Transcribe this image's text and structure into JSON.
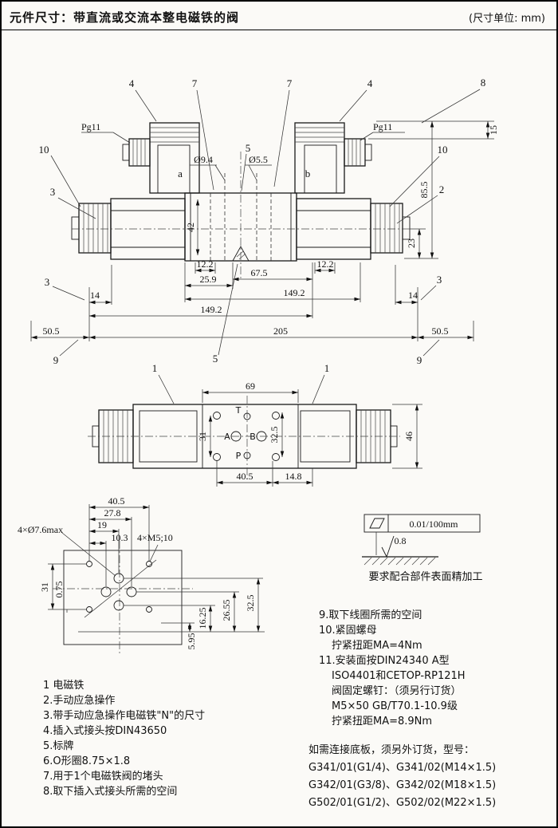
{
  "header": {
    "title": "元件尺寸：带直流或交流本整电磁铁的阀",
    "unit": "(尺寸单位: mm)"
  },
  "front_view": {
    "labels": {
      "pg11_left": "Pg11",
      "pg11_right": "Pg11",
      "coil_a": "a",
      "coil_b": "b",
      "dia_9_4": "Ø9.4",
      "dia_5_5": "Ø5.5"
    },
    "dims": {
      "d15": "15",
      "d85_5": "85.5",
      "d23": "23",
      "d42": "42",
      "d12_2l": "12.2",
      "d12_2r": "12.2",
      "d25_9": "25.9",
      "d67_5": "67.5",
      "d149_2a": "149.2",
      "d149_2b": "149.2",
      "d205": "205",
      "d50_5l": "50.5",
      "d50_5r": "50.5",
      "d14l": "14",
      "d14r": "14"
    },
    "callouts": {
      "c4l": "4",
      "c7l": "7",
      "c7r": "7",
      "c4r": "4",
      "c8": "8",
      "c10l": "10",
      "c10r": "10",
      "c3l": "3",
      "c2": "2",
      "c3bl": "3",
      "c3br": "3",
      "c5top": "5",
      "c5bot": "5",
      "c9l": "9",
      "c9r": "9"
    }
  },
  "top_view": {
    "dims": {
      "d69": "69",
      "d31": "31",
      "d32_5": "32.5",
      "d46": "46",
      "d40_5": "40.5",
      "d14_8": "14.8"
    },
    "ports": {
      "t": "T",
      "a": "A",
      "b": "B",
      "p": "P"
    },
    "callouts": {
      "c1l": "1",
      "c1r": "1"
    }
  },
  "hole_view": {
    "dims": {
      "d40_5": "40.5",
      "d27_8": "27.8",
      "d19": "19",
      "d10_3": "10.3",
      "d31": "31",
      "d0_75": "0.75",
      "d16_25": "16.25",
      "d26_55": "26.55",
      "d32_5": "32.5",
      "d5_95": "5.95"
    },
    "labels": {
      "holes_m5": "4×M5;10",
      "holes_76": "4×Ø7.6max"
    }
  },
  "finish": {
    "tolerance": "0.01/100mm",
    "roughness": "0.8",
    "caption": "要求配合部件表面精加工"
  },
  "notes_left": [
    "1 电磁铁",
    "2.手动应急操作",
    "3.带手动应急操作电磁铁\"N\"的尺寸",
    "4.插入式接头按DIN43650",
    "5.标牌",
    "6.O形圈8.75×1.8",
    "7.用于1个电磁铁阀的堵头",
    "8.取下插入式接头所需的空间"
  ],
  "notes_right": [
    "9.取下线圈所需的空间",
    "10.紧固螺母",
    "拧紧扭距MA=4Nm",
    "11.安装面按DIN24340 A型",
    "ISO4401和CETOP-RP121H",
    "阀固定螺钉：（须另行订货）",
    "M5×50 GB/T70.1-10.9级",
    "拧紧扭距MA=8.9Nm"
  ],
  "order_info": {
    "title": "如需连接底板，须另外订货，型号：",
    "models": [
      "G341/01(G1/4)、G341/02(M14×1.5)",
      "G342/01(G3/8)、G342/02(M18×1.5)",
      "G502/01(G1/2)、G502/02(M22×1.5)"
    ]
  }
}
